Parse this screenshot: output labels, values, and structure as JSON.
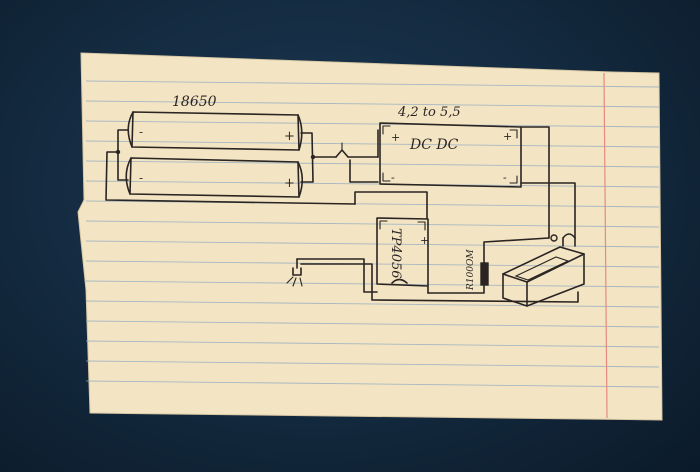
{
  "sketch": {
    "battery_label": "18650",
    "converter_voltage_label": "4,2 to 5,5",
    "converter_label": "DC DC",
    "charger_label": "TP4056",
    "resistor_label": "R100OM",
    "plus_sign": "+",
    "minus_sign": "-"
  },
  "colors": {
    "desk": "#13293e",
    "paper": "#f3e4c4",
    "ruled_line": "#8ea9bf",
    "margin_line": "#e58a7e",
    "ink": "#2a2522"
  }
}
